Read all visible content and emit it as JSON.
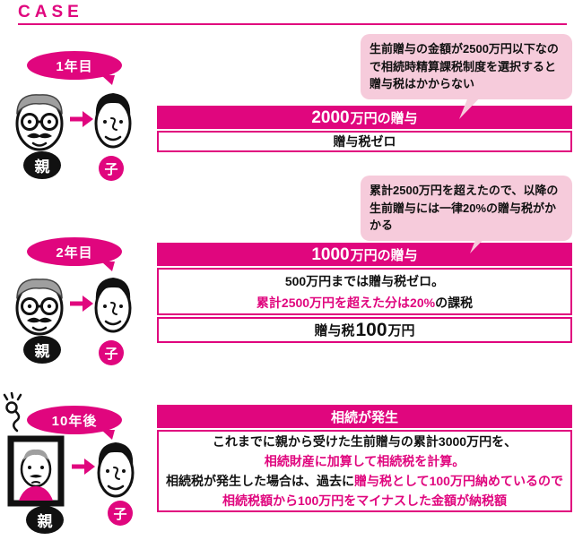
{
  "colors": {
    "accent": "#e0067e",
    "bubble_bg": "#f6cbdb",
    "ink": "#111111"
  },
  "title": "CASE",
  "sections": [
    {
      "badge": "1年目",
      "parent_badge": "親",
      "child_badge": "子",
      "bubble": "生前贈与の金額が2500万円以下なので相続時精算課税制度を選択すると贈与税はかからない",
      "header_amount": "2000",
      "header_rest": "万円の贈与",
      "result": "贈与税ゼロ"
    },
    {
      "badge": "2年目",
      "parent_badge": "親",
      "child_badge": "子",
      "bubble": "累計2500万円を超えたので、以降の生前贈与には一律20%の贈与税がかかる",
      "header_amount": "1000",
      "header_rest": "万円の贈与",
      "detail_line1": "500万円までは贈与税ゼロ。",
      "detail_line2_accent": "累計2500万円を超えた分は20%",
      "detail_line2_rest": "の課税",
      "tax_prefix": "贈与税",
      "tax_amount": "100",
      "tax_suffix": "万円"
    },
    {
      "badge": "10年後",
      "parent_badge": "親",
      "child_badge": "子",
      "header": "相続が発生",
      "line1": "これまでに親から受けた生前贈与の累計3000万円を、",
      "line2": "相続財産に加算して相続税を計算。",
      "line3_black": "相続税が発生した場合は、過去に",
      "line3_accent": "贈与税として100万円納めているので",
      "line4": "相続税額から100万円をマイナスした金額が納税額"
    }
  ]
}
